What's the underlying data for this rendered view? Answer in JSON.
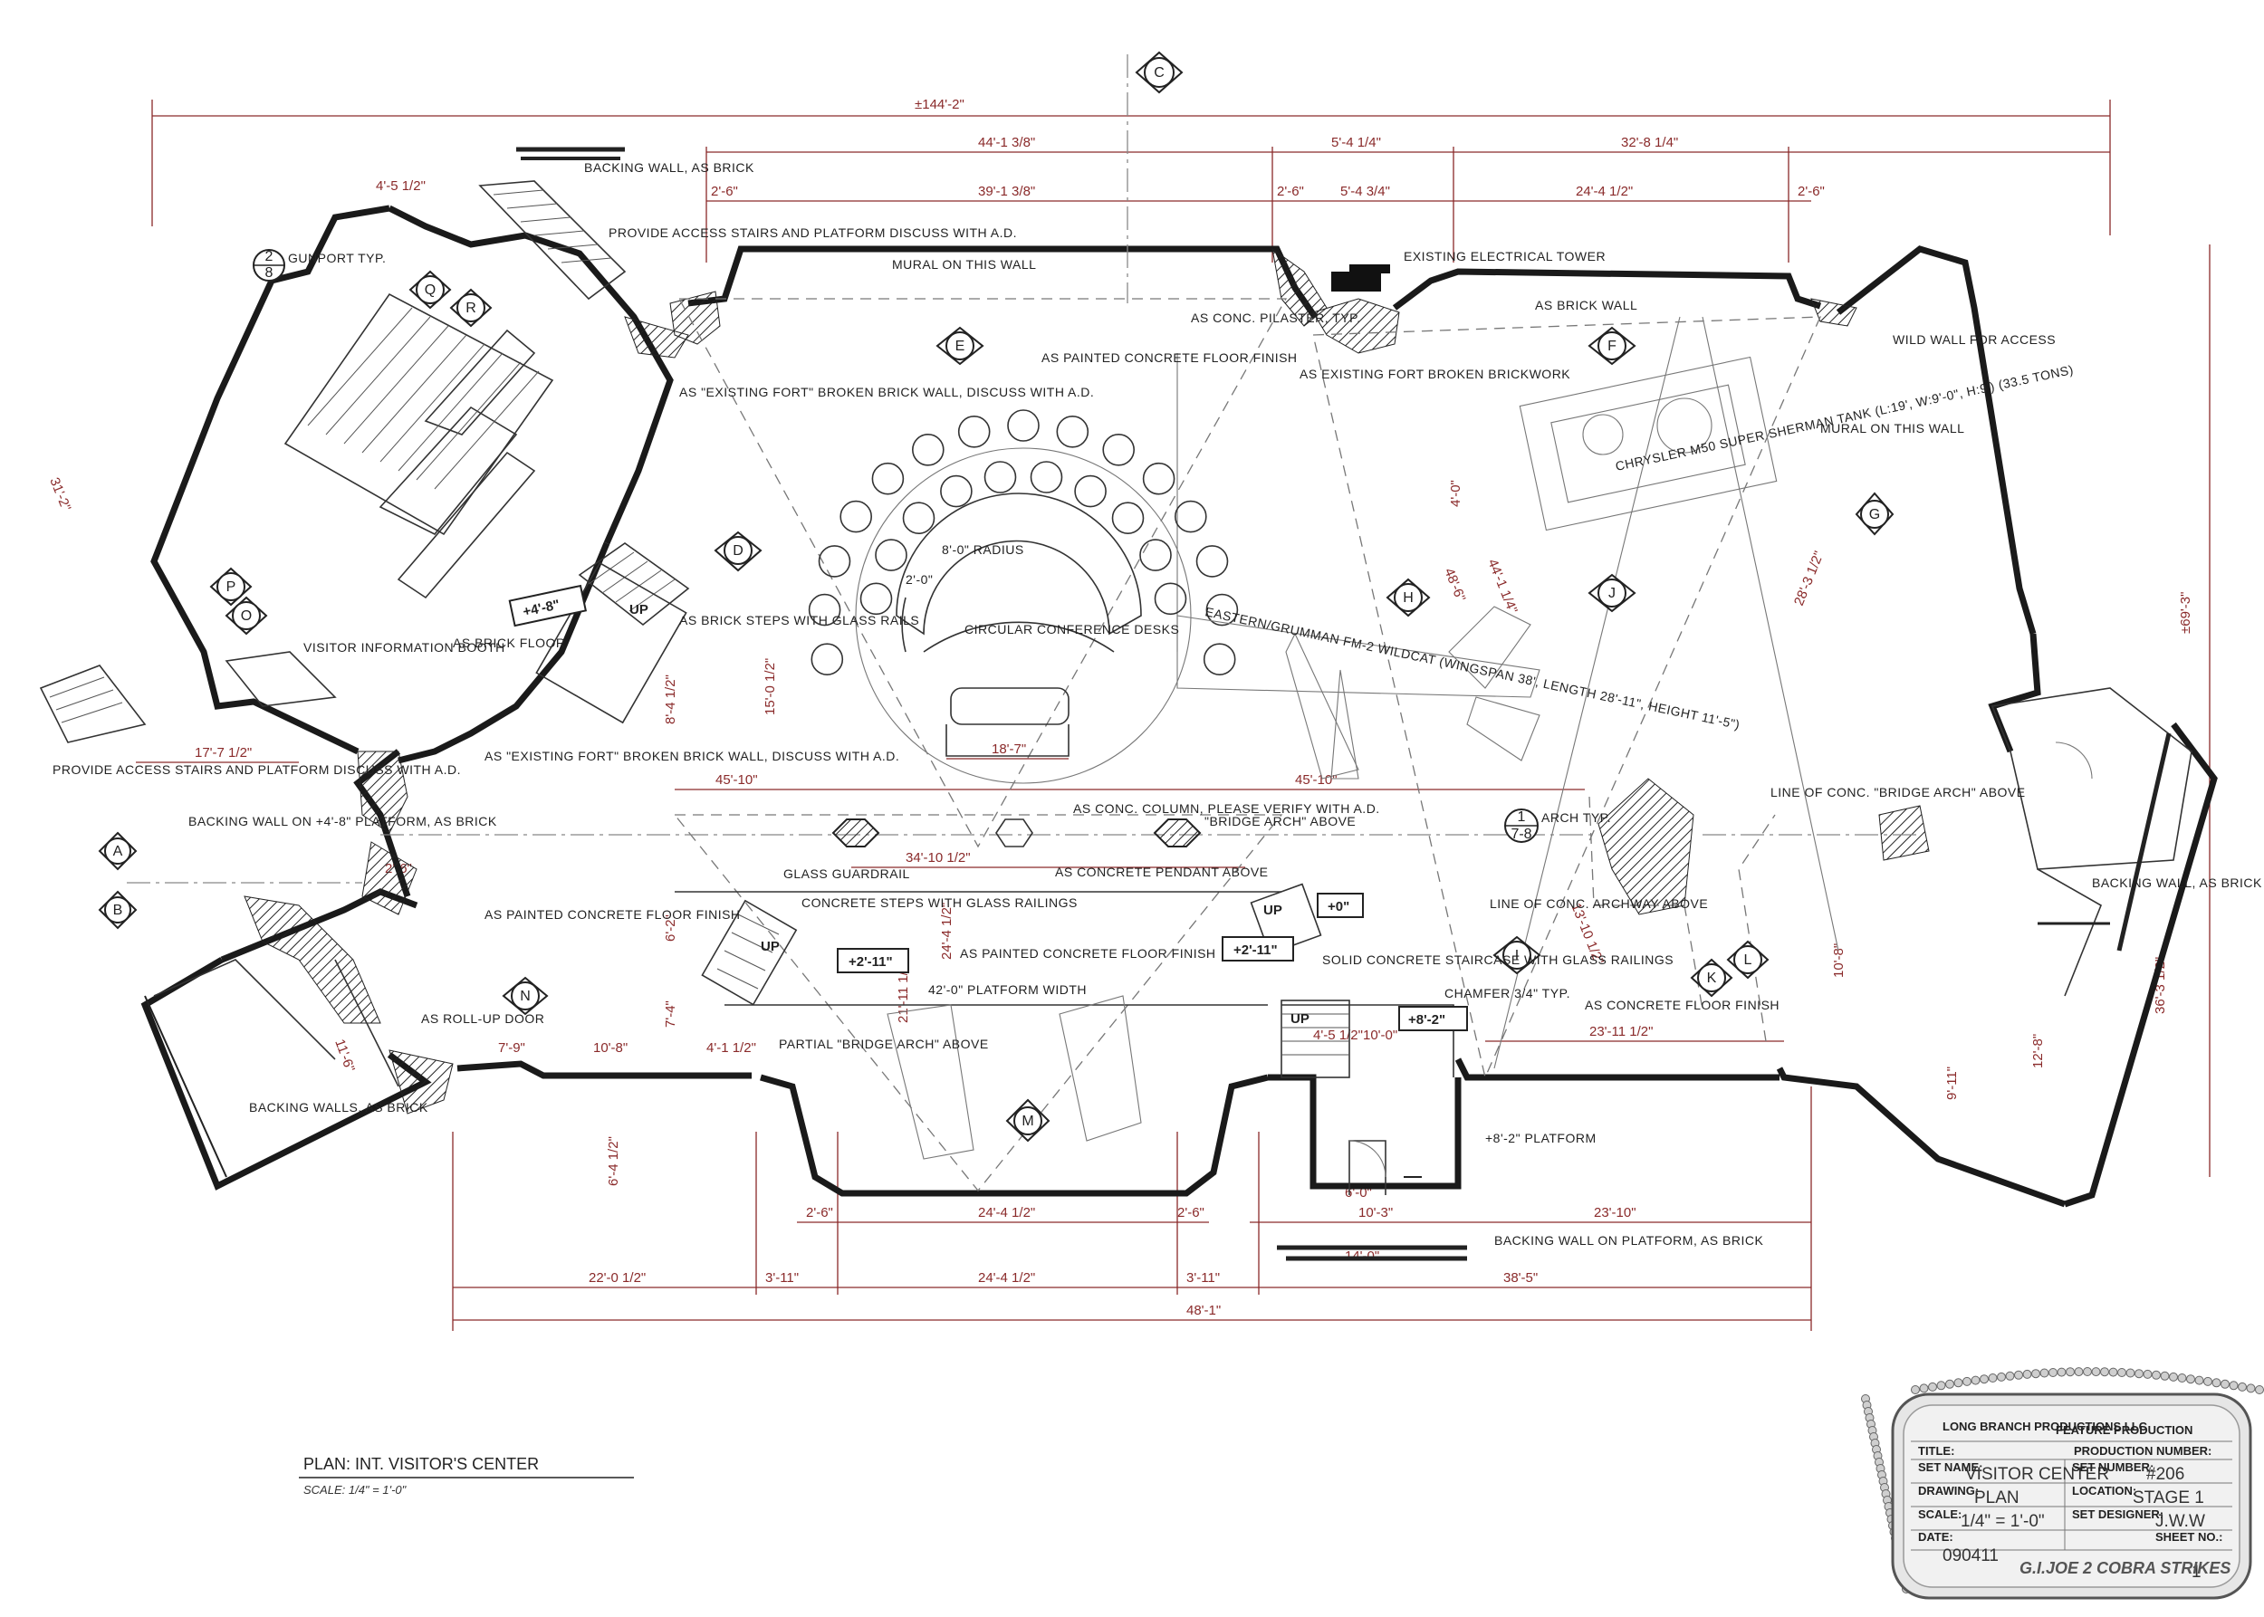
{
  "overall_dims": {
    "width_overall": "±144'-2\"",
    "height_overall": "±69'-3\"",
    "bottom_overall": "48'-1\""
  },
  "dimensions_top": [
    "44'-1 3/8\"",
    "5'-4 1/4\"",
    "32'-8 1/4\"",
    "2'-6\"",
    "39'-1 3/8\"",
    "2'-6\"",
    "5'-4 3/4\"",
    "24'-4 1/2\"",
    "2'-6\""
  ],
  "dimensions_bottom": [
    "22'-0 1/2\"",
    "3'-11\"",
    "24'-4 1/2\"",
    "3'-11\"",
    "38'-5\"",
    "2'-6\"",
    "24'-4 1/2\"",
    "2'-6\"",
    "23'-10\"",
    "10'-3\"",
    "14'-0\"",
    "6'-0\""
  ],
  "dimensions_misc": [
    "4'-5 1/2\"",
    "17'-7 1/2\"",
    "45'-10\"",
    "45'-10\"",
    "34'-10 1/2\"",
    "18'-7\"",
    "13'-10 1/2\"",
    "23'-11 1/2\"",
    "10'-8\"",
    "10'-0\"",
    "4'-5 1/2\"",
    "4'-1 1/2\"",
    "7'-9\"",
    "6'-2\"",
    "7'-4\"",
    "21'-11 1/2\"",
    "11'-6\"",
    "10'-8\"",
    "28'-3 1/2\"",
    "24'-4 1/2\"",
    "48'-6\"",
    "44'-1 1/4\"",
    "9'-11\"",
    "12'-8\"",
    "31'-2\"",
    "36'-3 1/2\"",
    "4'-0\"",
    "2'-6\"",
    "8'-4 1/2\"",
    "15'-0 1/2\"",
    "6'-4 1/2\""
  ],
  "level_tags": [
    "+4'-8\"",
    "+2'-11\"",
    "+2'-11\"",
    "+0\"",
    "+8'-2\""
  ],
  "view_tags": [
    "A",
    "B",
    "C",
    "D",
    "E",
    "F",
    "G",
    "H",
    "I",
    "J",
    "K",
    "L",
    "M",
    "N",
    "O",
    "P",
    "Q",
    "R"
  ],
  "detail_tags": {
    "gunport_top": "2",
    "gunport_bottom": "8",
    "gunport_label": "GUNPORT TYP.",
    "arch_top": "1",
    "arch_bottom": "7-8",
    "arch_label": "ARCH TYP."
  },
  "notes": {
    "backing_wall_brick": "BACKING WALL, AS BRICK",
    "provide_access_top": "PROVIDE ACCESS STAIRS AND PLATFORM DISCUSS WITH A.D.",
    "provide_access_left": "PROVIDE ACCESS STAIRS AND PLATFORM DISCUSS WITH A.D.",
    "mural_left": "MURAL ON THIS WALL",
    "mural_right": "MURAL ON THIS WALL",
    "existing_tower": "EXISTING ELECTRICAL TOWER",
    "as_brick_wall": "AS BRICK WALL",
    "wild_wall": "WILD WALL FOR ACCESS",
    "conc_pilaster": "AS CONC. PILASTER, TYP.",
    "existing_fort_brick": "AS EXISTING FORT BROKEN BRICKWORK",
    "painted_floor_top": "AS PAINTED CONCRETE FLOOR FINISH",
    "existing_fort_wall_1": "AS \"EXISTING FORT\" BROKEN BRICK WALL, DISCUSS WITH A.D.",
    "existing_fort_wall_2": "AS \"EXISTING FORT\" BROKEN BRICK WALL, DISCUSS WITH A.D.",
    "brick_steps": "AS BRICK STEPS WITH GLASS RAILS",
    "brick_floor": "AS BRICK FLOOR",
    "visitor_booth": "VISITOR INFORMATION BOOTH",
    "radius": "8'-0\" RADIUS",
    "radius2": "2'-0\"",
    "conference_desks": "CIRCULAR CONFERENCE DESKS",
    "wildcat": "EASTERN/GRUMMAN FM-2 WILDCAT (WINGSPAN 38', LENGTH 28'-11\", HEIGHT 11'-5\")",
    "sherman_tank": "CHRYSLER M50 SUPER SHERMAN TANK (L:19', W:9'-0\", H:9') (33.5 TONS)",
    "backing_wall_platform_left": "BACKING WALL ON +4'-8\" PLATFORM, AS BRICK",
    "conc_column": "AS CONC. COLUMN, PLEASE VERIFY WITH A.D.",
    "bridge_arch_above": "\"BRIDGE ARCH\" ABOVE",
    "line_arch_right": "LINE OF CONC. \"BRIDGE ARCH\" ABOVE",
    "backing_wall_right": "BACKING WALL, AS BRICK",
    "glass_guardrail": "GLASS GUARDRAIL",
    "conc_pendant": "AS CONCRETE PENDANT ABOVE",
    "painted_floor_left": "AS PAINTED CONCRETE FLOOR FINISH",
    "conc_steps": "CONCRETE STEPS WITH GLASS RAILINGS",
    "painted_floor_mid": "AS PAINTED CONCRETE FLOOR FINISH",
    "platform_width": "42'-0\" PLATFORM WIDTH",
    "line_archway": "LINE OF CONC. ARCHWAY ABOVE",
    "solid_staircase": "SOLID CONCRETE STAIRCASE WITH GLASS RAILINGS",
    "chamfer": "CHAMFER 3/4\" TYP.",
    "conc_floor_right": "AS CONCRETE FLOOR FINISH",
    "roll_up": "AS ROLL-UP DOOR",
    "partial_arch": "PARTIAL \"BRIDGE ARCH\" ABOVE",
    "backing_walls_left": "BACKING WALLS, AS BRICK",
    "platform_8": "+8'-2\" PLATFORM",
    "backing_wall_bottom": "BACKING WALL ON PLATFORM, AS BRICK",
    "up_1": "UP",
    "up_2": "UP",
    "up_3": "UP",
    "up_4": "UP"
  },
  "plan_title": "PLAN: INT. VISITOR'S CENTER",
  "plan_scale": "SCALE: 1/4\" = 1'-0\"",
  "title_block": {
    "company": "LONG BRANCH PRODUCTIONS LLC",
    "production_type": "FEATURE PRODUCTION",
    "title_label": "TITLE:",
    "production_number_label": "PRODUCTION NUMBER:",
    "set_name_label": "SET NAME:",
    "set_name": "VISITOR CENTER",
    "set_number_label": "SET NUMBER:",
    "set_number": "#206",
    "drawing_label": "DRAWING:",
    "drawing": "PLAN",
    "location_label": "LOCATION:",
    "location": "STAGE 1",
    "scale_label": "SCALE:",
    "scale": "1/4\" = 1'-0\"",
    "set_designer_label": "SET DESIGNER:",
    "set_designer": "J.W.W",
    "date_label": "DATE:",
    "date": "090411",
    "sheet_label": "SHEET NO.:",
    "sheet": "1",
    "logo": "G.I.JOE 2 COBRA STRIKES"
  }
}
